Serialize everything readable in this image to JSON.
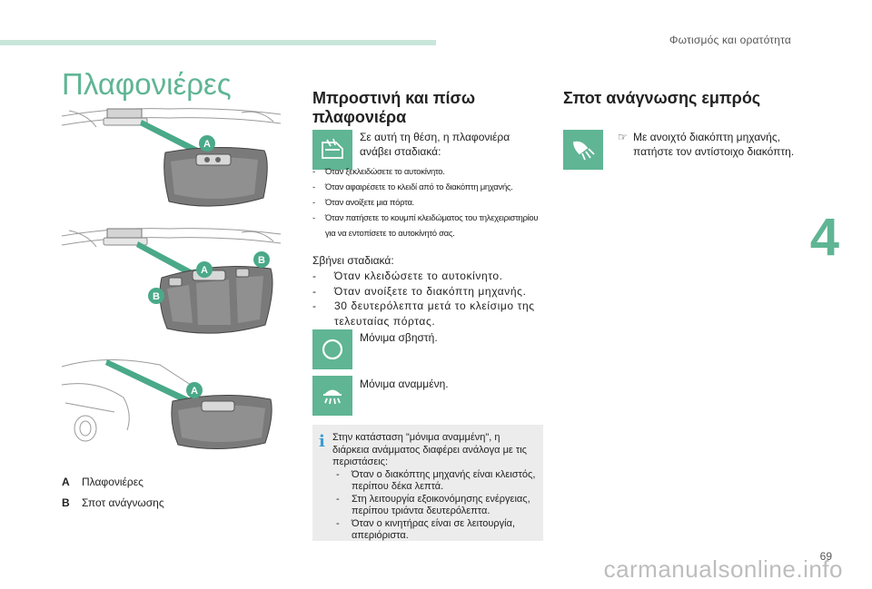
{
  "header": {
    "section": "Φωτισμός και ορατότητα"
  },
  "chapter": "4",
  "page_number": "69",
  "watermark": "carmanualsonline.info",
  "page_title": "Πλαφονιέρες",
  "illustrations": {
    "callout_a": "A",
    "callout_b": "B"
  },
  "legend": [
    {
      "key": "A",
      "label": "Πλαφονιέρες"
    },
    {
      "key": "B",
      "label": "Σποτ ανάγνωσης"
    }
  ],
  "front_rear": {
    "title": "Μπροστινή και πίσω πλαφονιέρα",
    "intro": "Σε αυτή τη θέση, η πλαφονιέρα ανάβει σταδιακά:",
    "on_list": [
      "Όταν ξεκλειδώσετε το αυτοκίνητο.",
      "Όταν αφαιρέσετε το κλειδί από το διακόπτη μηχανής.",
      "Όταν ανοίξετε μια πόρτα.",
      "Όταν πατήσετε το κουμπί κλειδώματος του τηλεχειριστηρίου για να εντοπίσετε το αυτοκίνητό σας."
    ],
    "off_title": "Σβήνει σταδιακά:",
    "off_list": [
      "Όταν κλειδώσετε το αυτοκίνητο.",
      "Όταν ανοίξετε το διακόπτη μηχανής.",
      "30 δευτερόλεπτα μετά το κλείσιμο της τελευταίας πόρτας."
    ],
    "permanently_off": "Μόνιμα σβηστή.",
    "permanently_on": "Μόνιμα αναμμένη.",
    "info": {
      "intro": "Στην κατάσταση \"μόνιμα αναμμένη\", η διάρκεια ανάμματος διαφέρει ανάλογα με τις περιστάσεις:",
      "items": [
        "Όταν ο διακόπτης μηχανής είναι κλειστός, περίπου δέκα λεπτά.",
        "Στη λειτουργία εξοικονόμησης ενέργειας, περίπου τριάντα δευτερόλεπτα.",
        "Όταν ο κινητήρας είναι σε λειτουργία, απεριόριστα."
      ]
    }
  },
  "reading_spot": {
    "title": "Σποτ ανάγνωσης εμπρός",
    "bullet": "",
    "text": "Με ανοιχτό διακόπτη μηχανής, πατήστε τον αντίστοιχο διακόπτη."
  },
  "icons": {
    "door_lamp": "door-courtesy-light-icon",
    "off": "lamp-off-circle-icon",
    "on": "lamp-on-dome-icon",
    "reading": "reading-spot-icon"
  },
  "colors": {
    "accent": "#5fb594",
    "info": "#3a9cd6",
    "callout": "#4aa988"
  }
}
